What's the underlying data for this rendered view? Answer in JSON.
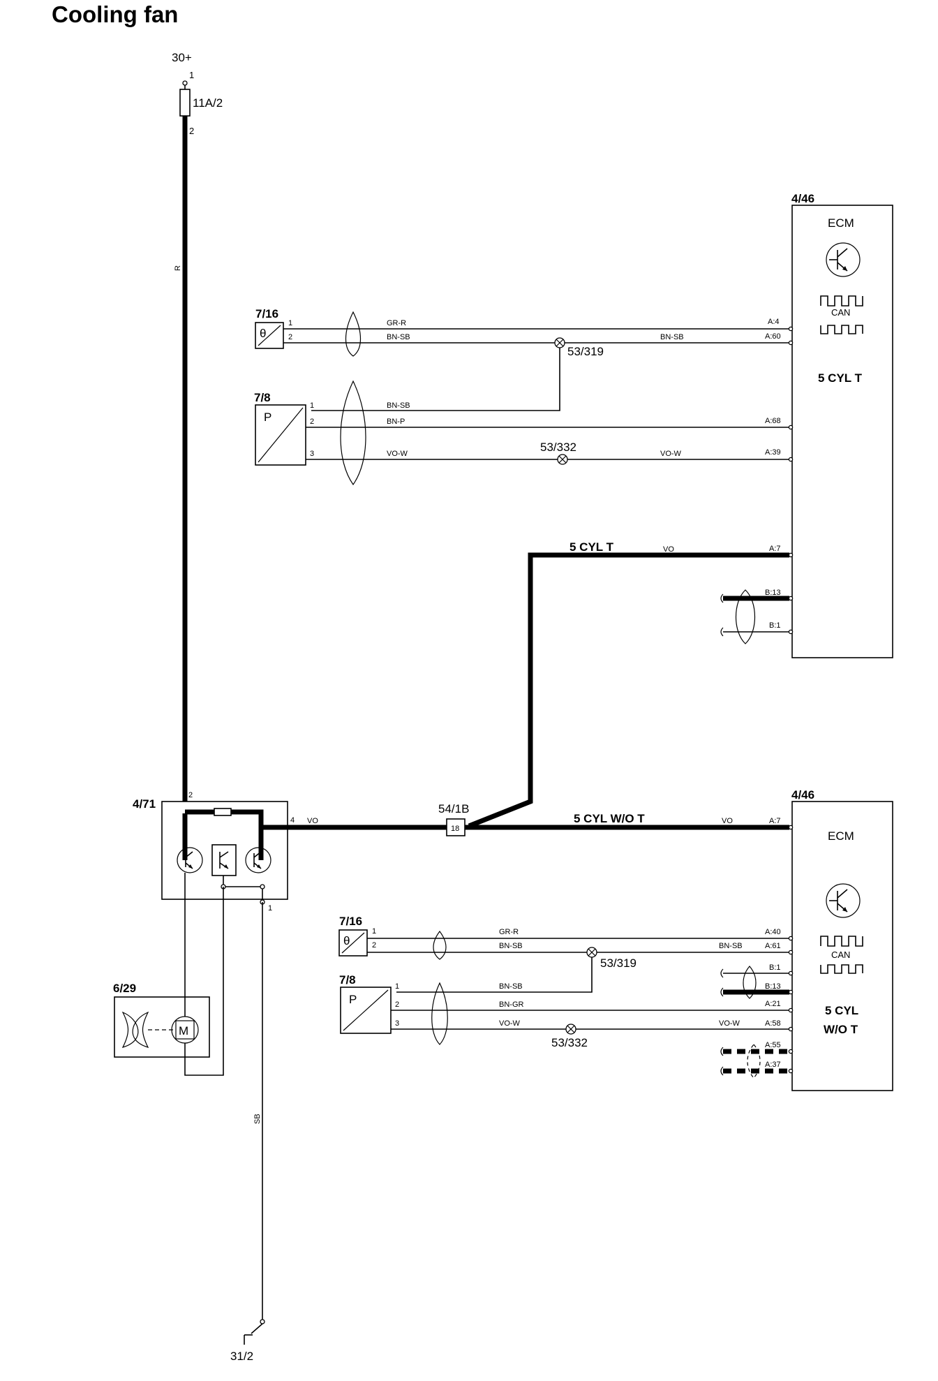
{
  "title": "Cooling fan",
  "supply": {
    "label": "30+",
    "pin1": "1",
    "pin2": "2"
  },
  "fuse": {
    "label": "11A/2"
  },
  "wire_colors": {
    "red": "R",
    "sb": "SB",
    "grr": "GR-R",
    "bnsb": "BN-SB",
    "bnp": "BN-P",
    "bngr": "BN-GR",
    "vow": "VO-W",
    "vo": "VO"
  },
  "ecm_top": {
    "id": "4/46",
    "name": "ECM",
    "can": "CAN",
    "variant": "5 CYL T",
    "pins": {
      "a4": "A:4",
      "a60": "A:60",
      "a68": "A:68",
      "a39": "A:39",
      "a7": "A:7",
      "b13": "B:13",
      "b1": "B:1"
    }
  },
  "ecm_bottom": {
    "id": "4/46",
    "name": "ECM",
    "can": "CAN",
    "variant_line1": "5 CYL",
    "variant_line2": "W/O T",
    "pins": {
      "a7": "A:7",
      "a40": "A:40",
      "a61": "A:61",
      "b1": "B:1",
      "b13": "B:13",
      "a21": "A:21",
      "a58": "A:58",
      "a55": "A:55",
      "a37": "A:37"
    }
  },
  "sensor_temp_top": {
    "id": "7/16",
    "symbol": "θ",
    "pin1": "1",
    "pin2": "2"
  },
  "sensor_press_top": {
    "id": "7/8",
    "symbol": "P",
    "pin1": "1",
    "pin2": "2",
    "pin3": "3"
  },
  "sensor_temp_bottom": {
    "id": "7/16",
    "symbol": "θ",
    "pin1": "1",
    "pin2": "2"
  },
  "sensor_press_bottom": {
    "id": "7/8",
    "symbol": "P",
    "pin1": "1",
    "pin2": "2",
    "pin3": "3"
  },
  "splices": {
    "s319": "53/319",
    "s332": "53/332"
  },
  "connector": {
    "id": "54/1B",
    "pin": "18"
  },
  "branch_labels": {
    "with_turbo": "5 CYL T",
    "without_turbo": "5 CYL W/O T"
  },
  "fan_control": {
    "id": "4/71",
    "pin2": "2",
    "pin4": "4",
    "pin1": "1"
  },
  "fan_motor": {
    "id": "6/29",
    "symbol": "M"
  },
  "ground": {
    "label": "31/2"
  }
}
